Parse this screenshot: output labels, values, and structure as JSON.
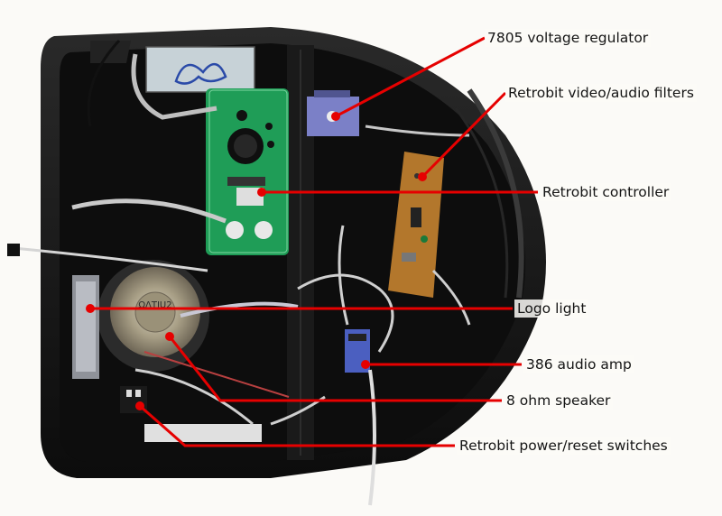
{
  "annotations": {
    "regulator": "7805 voltage regulator",
    "filters": "Retrobit video/audio filters",
    "controller": "Retrobit controller",
    "logo_light": "Logo light",
    "audio_amp": "386 audio amp",
    "speaker": "8 ohm speaker",
    "switches": "Retrobit power/reset switches"
  },
  "speaker_marking": "ΩΛTIU2",
  "colors": {
    "annotation_line": "#e60000",
    "case": "#151515",
    "pcb_green": "#1f9d57",
    "pcb_brown": "#b3772c"
  }
}
